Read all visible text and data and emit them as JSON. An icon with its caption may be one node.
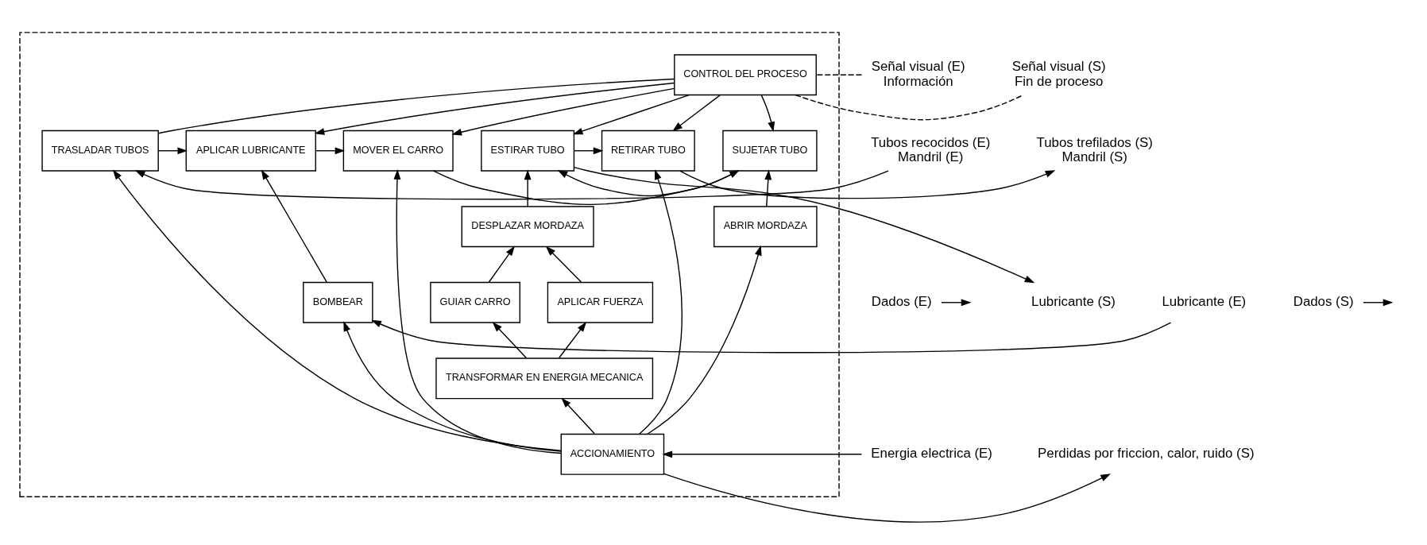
{
  "diagram": {
    "nodes": [
      {
        "text": [],
        "shape": "box"
      },
      {
        "text": [
          "Señal visual (E)",
          "Información"
        ]
      },
      {
        "text": [
          "CONTROL DEL PROCESO"
        ],
        "in": 0
      },
      {
        "text": [
          "Señal visual (S)",
          "Fin de proceso"
        ]
      },
      {
        "text": [
          "Tubos recocidos (E)",
          "Mandril (E)"
        ]
      },
      {
        "text": [
          "TRASLADAR TUBOS"
        ],
        "in": 0
      },
      {
        "text": [
          "APLICAR LUBRICANTE"
        ],
        "in": 0
      },
      {
        "text": [
          "MOVER EL CARRO"
        ],
        "in": 0
      },
      {
        "text": [
          "SUJETAR TUBO"
        ],
        "in": 0
      },
      {
        "text": [
          "ESTIRAR TUBO"
        ],
        "in": 0
      },
      {
        "text": [
          "RETIRAR TUBO"
        ],
        "in": 0
      },
      {
        "text": [
          "Tubos trefilados (S)",
          "Mandril (S)"
        ]
      },
      {
        "text": [
          "Lubricante (E)"
        ]
      },
      {
        "text": [
          "BOMBEAR"
        ],
        "in": 0
      },
      {
        "text": [
          "ABRIR MORDAZA"
        ],
        "in": 0
      },
      {
        "text": [
          "DESPLAZAR MORDAZA"
        ],
        "in": 0
      },
      {
        "text": [
          "Lubricante (S)"
        ]
      },
      {
        "text": [
          "GUIAR CARRO"
        ],
        "in": 0
      },
      {
        "text": [
          "APLICAR FUERZA"
        ],
        "in": 0
      },
      {
        "text": [
          "TRANSFORMAR EN ENERGIA MECANICA"
        ],
        "in": 0
      },
      {
        "text": [
          "Dados (E)"
        ]
      },
      {
        "text": [
          "Dados (S)"
        ]
      },
      {
        "text": [
          "Energia electrica (E)"
        ]
      },
      {
        "text": [
          "ACCIONAMIENTO"
        ],
        "in": 0
      },
      {
        "text": [
          "Perdidas por friccion, calor, ruido (S)"
        ]
      }
    ],
    "edges": [
      {
        "from": 1,
        "to": 2,
        "arrow": "none",
        "style": "dashed"
      },
      {
        "from": 2,
        "to": 3,
        "arrow": "none",
        "style": "dashed"
      },
      {
        "from": 2,
        "to": 5,
        "arrow": "none"
      },
      {
        "from": 2,
        "to": 6,
        "arrow": "to"
      },
      {
        "from": 2,
        "to": 7,
        "arrow": "to"
      },
      {
        "from": 2,
        "to": 8,
        "arrow": "to"
      },
      {
        "from": 2,
        "to": 9,
        "arrow": "to"
      },
      {
        "from": 2,
        "to": 10,
        "arrow": "to"
      },
      {
        "from": 4,
        "to": 5,
        "arrow": "to"
      },
      {
        "from": 5,
        "to": 6,
        "arrow": "to"
      },
      {
        "from": 6,
        "to": 7,
        "arrow": "to"
      },
      {
        "from": 7,
        "to": 8,
        "arrow": "to"
      },
      {
        "from": 8,
        "to": 9,
        "arrow": "to"
      },
      {
        "from": 9,
        "to": 10,
        "arrow": "to"
      },
      {
        "from": 10,
        "to": 11,
        "arrow": "to"
      },
      {
        "from": 12,
        "to": 13,
        "arrow": "to"
      },
      {
        "from": 13,
        "to": 6,
        "arrow": "to"
      },
      {
        "from": 14,
        "to": 8,
        "arrow": "to"
      },
      {
        "from": 15,
        "to": 9,
        "arrow": "to"
      },
      {
        "from": 9,
        "to": 16,
        "arrow": "to"
      },
      {
        "from": 17,
        "to": 15,
        "arrow": "to"
      },
      {
        "from": 18,
        "to": 15,
        "arrow": "to"
      },
      {
        "from": 19,
        "to": 17,
        "arrow": "to"
      },
      {
        "from": 19,
        "to": 18,
        "arrow": "to"
      },
      {
        "from": 20,
        "to": null,
        "arrow": "to"
      },
      {
        "from": 21,
        "to": null,
        "arrow": "to"
      },
      {
        "from": 22,
        "to": 23,
        "arrow": "to"
      },
      {
        "from": 23,
        "to": 5,
        "arrow": "to"
      },
      {
        "from": 23,
        "to": 13,
        "arrow": "to"
      },
      {
        "from": 23,
        "to": 7,
        "arrow": "to"
      },
      {
        "from": 23,
        "to": 14,
        "arrow": "to"
      },
      {
        "from": 23,
        "to": 19,
        "arrow": "to"
      },
      {
        "from": 23,
        "to": 10,
        "arrow": "to"
      },
      {
        "from": 23,
        "to": 24,
        "arrow": "to"
      }
    ]
  }
}
